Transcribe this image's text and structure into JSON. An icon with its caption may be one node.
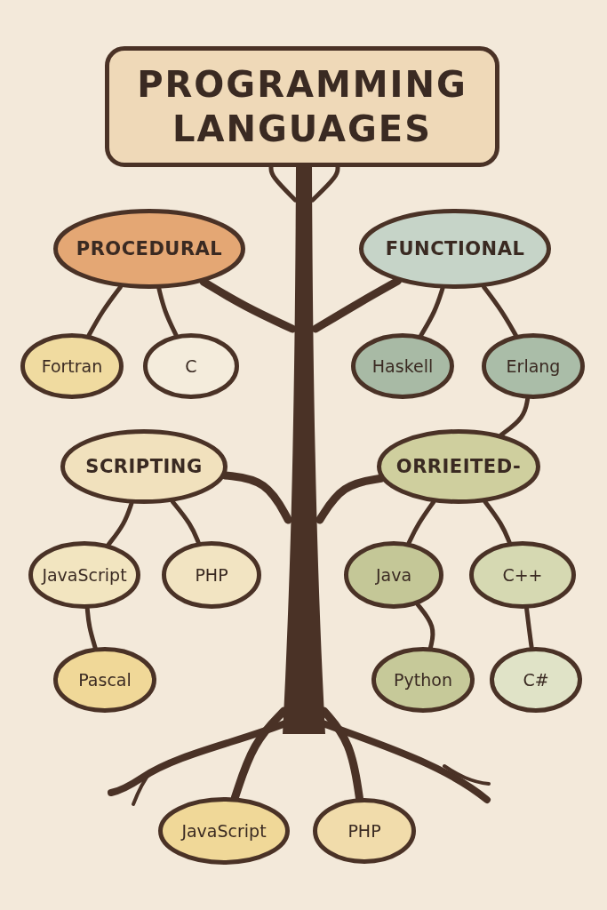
{
  "diagram": {
    "nodes": [
      {
        "text": [
          "PROGRAMMING LANGUAGES"
        ]
      },
      {
        "text": [],
        "shape": "tree"
      },
      {
        "text": [
          "PROCEDURAL"
        ]
      },
      {
        "text": [
          "FUNCTIONAL"
        ]
      },
      {
        "text": [
          "Fortran"
        ]
      },
      {
        "text": [
          "C"
        ]
      },
      {
        "text": [
          "Haskell"
        ]
      },
      {
        "text": [
          "Erlang"
        ]
      },
      {
        "text": [
          "SCRIPTING"
        ]
      },
      {
        "text": [
          "ORRIEITED-"
        ]
      },
      {
        "text": [
          "JavaScript"
        ]
      },
      {
        "text": [
          "PHP"
        ]
      },
      {
        "text": [
          "Java"
        ]
      },
      {
        "text": [
          "C++"
        ]
      },
      {
        "text": [
          "Pascal"
        ]
      },
      {
        "text": [
          "Python"
        ]
      },
      {
        "text": [
          "C#"
        ]
      },
      {
        "text": [
          "JavaScript"
        ]
      },
      {
        "text": [
          "PHP"
        ]
      }
    ],
    "edges": [
      {
        "from": 1,
        "to": 2,
        "arrow": "none",
        "style": "thick"
      },
      {
        "from": 1,
        "to": 3,
        "arrow": "none",
        "style": "thick"
      },
      {
        "from": 1,
        "to": 8,
        "arrow": "none",
        "style": "thick"
      },
      {
        "from": 1,
        "to": 9,
        "arrow": "none",
        "style": "thick"
      },
      {
        "from": 1,
        "to": 17,
        "arrow": "none",
        "style": "thick"
      },
      {
        "from": 1,
        "to": 18,
        "arrow": "none",
        "style": "thick"
      },
      {
        "from": 2,
        "to": 4,
        "arrow": "none"
      },
      {
        "from": 2,
        "to": 5,
        "arrow": "none"
      },
      {
        "from": 3,
        "to": 6,
        "arrow": "none"
      },
      {
        "from": 3,
        "to": 7,
        "arrow": "none"
      },
      {
        "from": 7,
        "to": 9,
        "arrow": "none"
      },
      {
        "from": 8,
        "to": 10,
        "arrow": "none"
      },
      {
        "from": 8,
        "to": 11,
        "arrow": "none"
      },
      {
        "from": 10,
        "to": 14,
        "arrow": "none"
      },
      {
        "from": 9,
        "to": 12,
        "arrow": "none"
      },
      {
        "from": 9,
        "to": 13,
        "arrow": "none"
      },
      {
        "from": 12,
        "to": 15,
        "arrow": "none"
      },
      {
        "from": 13,
        "to": 16,
        "arrow": "none"
      },
      {
        "from": 1,
        "to": 0,
        "arrow": "none"
      },
      {
        "from": 1,
        "to": 0,
        "arrow": "none"
      }
    ]
  }
}
